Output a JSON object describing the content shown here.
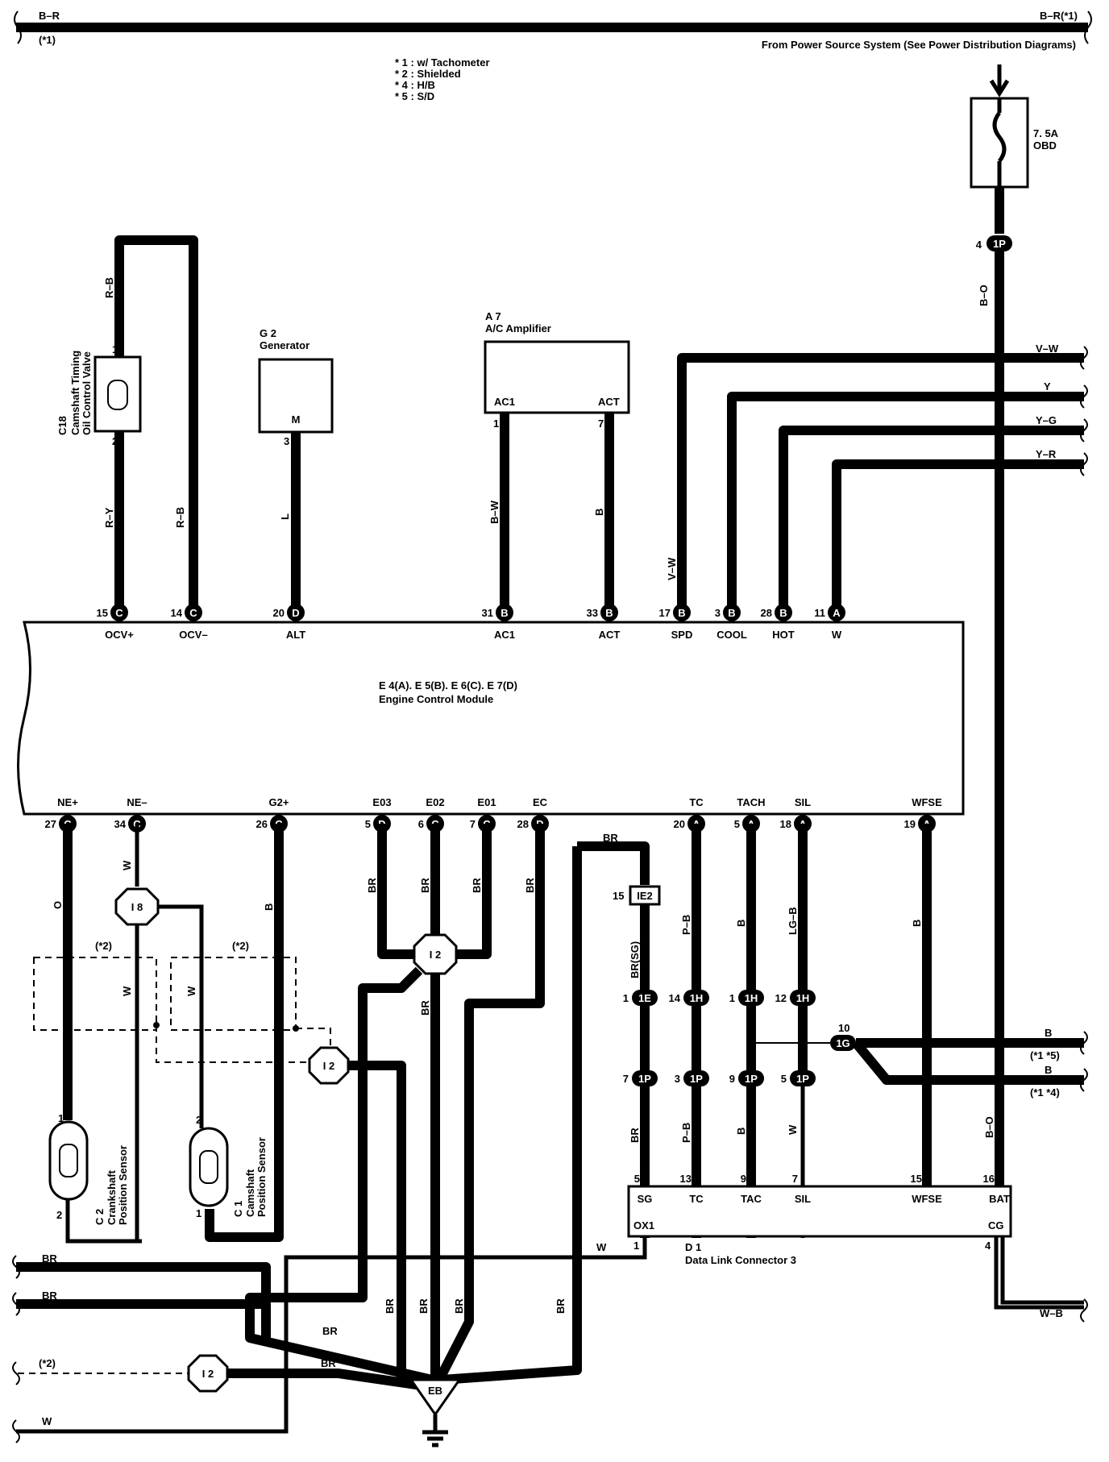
{
  "top_bus": {
    "left_label": "B–R",
    "left_note": "(*1)",
    "right_label": "B–R(*1)"
  },
  "power_source": "From Power Source System (See Power Distribution Diagrams)",
  "notes": [
    "* 1 : w/ Tachometer",
    "* 2 : Shielded",
    "* 4 : H/B",
    "* 5 : S/D"
  ],
  "fuse": {
    "rating": "7. 5A",
    "name": "OBD",
    "pin": "4",
    "conn": "1P",
    "wire": "B–O"
  },
  "components": {
    "camshaft_valve": {
      "id": "C18",
      "name_line1": "Camshaft Timing",
      "name_line2": "Oil Control Valve",
      "pin1": "1",
      "pin2": "2",
      "wire_top": "R–B",
      "wire_left": "R–Y",
      "wire_right": "R–B"
    },
    "generator": {
      "id": "G 2",
      "name": "Generator",
      "terminal": "M",
      "pin": "3",
      "wire": "L"
    },
    "ac_amp": {
      "id": "A 7",
      "name": "A/C Amplifier",
      "t1": "AC1",
      "t2": "ACT",
      "pin1": "1",
      "pin2": "7",
      "wire1": "B–W",
      "wire2": "B"
    },
    "ecm": {
      "ids": "E 4(A). E 5(B). E 6(C). E 7(D)",
      "name": "Engine Control Module"
    },
    "crank_sensor": {
      "id": "C 2",
      "name_line1": "Crankshaft",
      "name_line2": "Position Sensor",
      "pin1": "1",
      "pin2": "2"
    },
    "cam_sensor": {
      "id": "C 1",
      "name_line1": "Camshaft",
      "name_line2": "Position Sensor",
      "pin1": "1",
      "pin2": "2"
    },
    "dlc": {
      "id": "D 1",
      "name": "Data Link Connector 3",
      "ox1": "OX1",
      "cg": "CG",
      "pin_ox1": "1",
      "pin_cg": "4"
    },
    "ground": {
      "name": "EB"
    }
  },
  "ecm_top_pins": [
    {
      "num": "15",
      "conn": "C",
      "name": "OCV+"
    },
    {
      "num": "14",
      "conn": "C",
      "name": "OCV–"
    },
    {
      "num": "20",
      "conn": "D",
      "name": "ALT"
    },
    {
      "num": "31",
      "conn": "B",
      "name": "AC1"
    },
    {
      "num": "33",
      "conn": "B",
      "name": "ACT"
    },
    {
      "num": "17",
      "conn": "B",
      "name": "SPD"
    },
    {
      "num": "3",
      "conn": "B",
      "name": "COOL"
    },
    {
      "num": "28",
      "conn": "B",
      "name": "HOT"
    },
    {
      "num": "11",
      "conn": "A",
      "name": "W"
    }
  ],
  "ecm_bottom_pins": [
    {
      "num": "27",
      "conn": "C",
      "name": "NE+"
    },
    {
      "num": "34",
      "conn": "C",
      "name": "NE–"
    },
    {
      "num": "26",
      "conn": "C",
      "name": "G2+"
    },
    {
      "num": "5",
      "conn": "D",
      "name": "E03"
    },
    {
      "num": "6",
      "conn": "C",
      "name": "E02"
    },
    {
      "num": "7",
      "conn": "C",
      "name": "E01"
    },
    {
      "num": "28",
      "conn": "D",
      "name": "EC"
    },
    {
      "num": "20",
      "conn": "A",
      "name": "TC"
    },
    {
      "num": "5",
      "conn": "A",
      "name": "TACH"
    },
    {
      "num": "18",
      "conn": "A",
      "name": "SIL"
    },
    {
      "num": "19",
      "conn": "A",
      "name": "WFSE"
    }
  ],
  "dlc_pins": [
    {
      "num": "5",
      "name": "SG"
    },
    {
      "num": "13",
      "name": "TC"
    },
    {
      "num": "9",
      "name": "TAC"
    },
    {
      "num": "7",
      "name": "SIL"
    },
    {
      "num": "15",
      "name": "WFSE"
    },
    {
      "num": "16",
      "name": "BAT"
    }
  ],
  "right_wires": [
    "V–W",
    "Y",
    "Y–G",
    "Y–R"
  ],
  "spd_wire": "V–W",
  "bottom_wire_colors": {
    "ne_plus": "O",
    "ne_minus": "W",
    "g2": "B",
    "e03": "BR",
    "e02": "BR",
    "e01": "BR",
    "ec": "BR",
    "tc": "P–B",
    "tach": "B",
    "sil": "LG–B",
    "wfse": "B",
    "sg": "BR(SG)",
    "sg_top": "BR",
    "below_p": [
      "BR",
      "P–B",
      "B",
      "W",
      "B–O"
    ],
    "i2_br": "BR",
    "dlc_w": "W",
    "cg_wire": "W–B"
  },
  "connectors": {
    "i8": "I 8",
    "i2": "I 2",
    "ie2": "IE2",
    "ie2_pin": "15",
    "j": "1G",
    "j_pin": "10",
    "row_1_pins": [
      "1",
      "14",
      "1",
      "12"
    ],
    "row_1_conns": [
      "1E",
      "1H",
      "1H",
      "1H"
    ],
    "row_p_pins": [
      "7",
      "3",
      "9",
      "5"
    ],
    "row_p_conns": [
      "1P",
      "1P",
      "1P",
      "1P"
    ]
  },
  "right_b_wires": [
    {
      "color": "B",
      "note": "(*1 *5)"
    },
    {
      "color": "B",
      "note": "(*1 *4)"
    }
  ],
  "left_wires": [
    "BR",
    "BR",
    "W"
  ],
  "shield_notes": [
    "(*2)",
    "(*2)",
    "(*2)"
  ],
  "ground_wire_labels": [
    "BR",
    "BR",
    "BR",
    "BR",
    "BR",
    "BR",
    "BR"
  ]
}
